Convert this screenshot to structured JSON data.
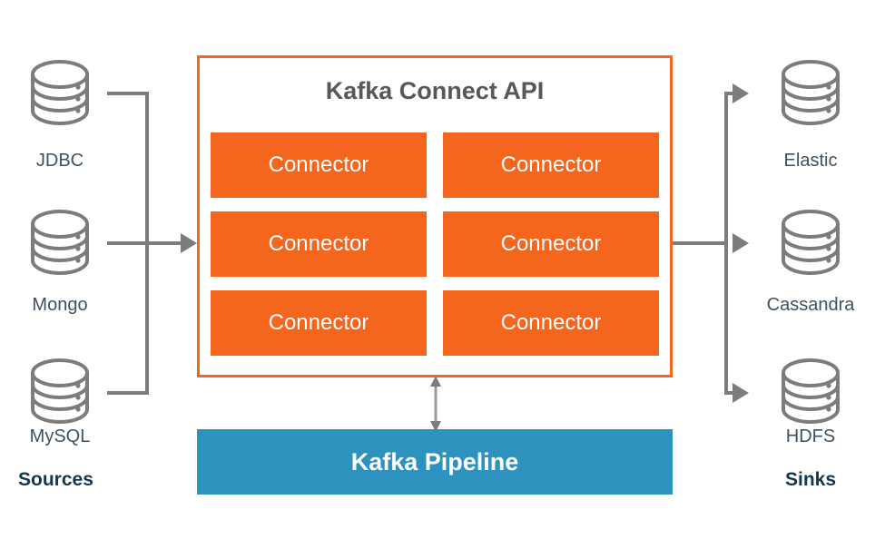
{
  "diagram": {
    "title": "Kafka Connect API",
    "sources_group_label": "Sources",
    "sinks_group_label": "Sinks",
    "pipeline_label": "Kafka Pipeline",
    "connector_label": "Connector",
    "colors": {
      "orange": "#f4661e",
      "blue": "#2e92be",
      "line_gray": "#7c7c7c",
      "icon_gray": "#7c7c7c",
      "label_slate": "#3f5160",
      "group_label_navy": "#15374d",
      "title_gray": "#58585b",
      "background": "#ffffff"
    }
  },
  "sources": [
    {
      "label": "JDBC",
      "icon": "database-cylinder-icon"
    },
    {
      "label": "Mongo",
      "icon": "database-cylinder-icon"
    },
    {
      "label": "MySQL",
      "icon": "database-cylinder-icon"
    }
  ],
  "sinks": [
    {
      "label": "Elastic",
      "icon": "database-cylinder-icon"
    },
    {
      "label": "Cassandra",
      "icon": "database-cylinder-icon"
    },
    {
      "label": "HDFS",
      "icon": "database-cylinder-icon"
    }
  ],
  "connectors": [
    {
      "label": "Connector"
    },
    {
      "label": "Connector"
    },
    {
      "label": "Connector"
    },
    {
      "label": "Connector"
    },
    {
      "label": "Connector"
    },
    {
      "label": "Connector"
    }
  ]
}
